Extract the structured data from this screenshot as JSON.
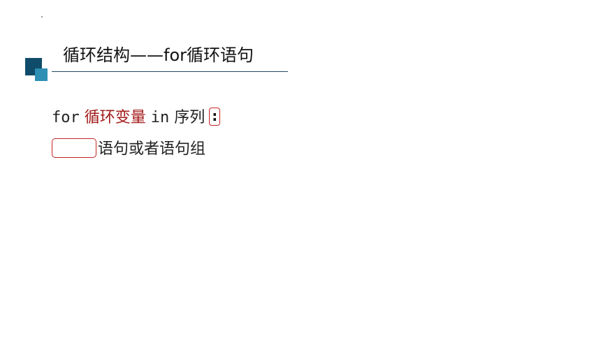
{
  "slide": {
    "title": "循环结构——for循环语句",
    "syntax": {
      "keyword_for": "for",
      "loop_variable": "循环变量",
      "keyword_in": "in",
      "sequence": "序列",
      "colon": ":",
      "statement": "语句或者语句组"
    }
  },
  "colors": {
    "accent_dark": "#0f4c69",
    "accent_light": "#2d8fb4",
    "highlight_red": "#a31a1a",
    "box_border": "#c42424"
  }
}
